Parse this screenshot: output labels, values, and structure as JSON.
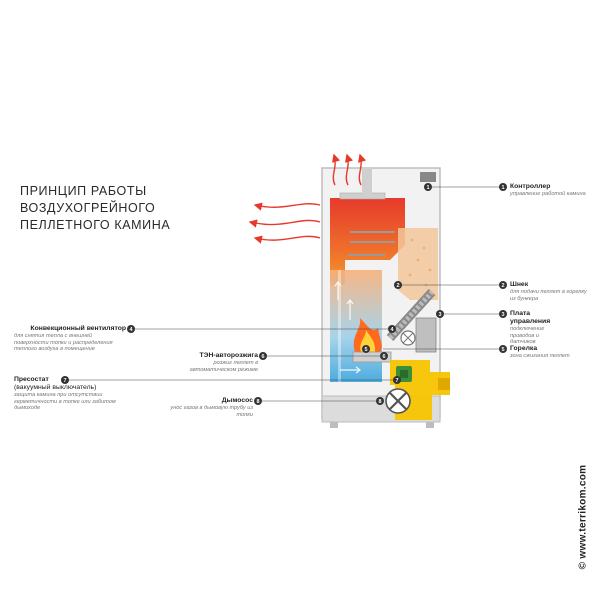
{
  "title": {
    "line1": "ПРИНЦИП РАБОТЫ",
    "line2": "ВОЗДУХОГРЕЙНОГО",
    "line3": "ПЕЛЛЕТНОГО КАМИНА"
  },
  "components": [
    {
      "number": "1",
      "name": "Контроллер",
      "desc": "управление работой камина"
    },
    {
      "number": "2",
      "name": "Шнек",
      "desc": "для подачи пеллет в горелку из бункера"
    },
    {
      "number": "3",
      "name": "Плата управления",
      "desc": "подключение проводов и датчиков"
    },
    {
      "number": "4",
      "name": "Конвекционный вентилятор",
      "desc": "для снятия тепла с внешней поверхности топки и распределения теплого воздуха в помещение"
    },
    {
      "number": "5",
      "name": "Горелка",
      "desc": "зона сжигания пеллет"
    },
    {
      "number": "6",
      "name": "ТЭН-авторозжига",
      "desc": "розжиг пеллет в автоматическом режиме"
    },
    {
      "number": "7",
      "name": "Пресостат",
      "name2": "(вакуумный выключатель)",
      "desc": "защита камина при отсутствии герметичности в топке или забитом дымоходе"
    },
    {
      "number": "8",
      "name": "Дымосос",
      "desc": "унос газов в дымовую трубу из топки"
    }
  ],
  "watermark": "© www.terrikom.com",
  "colors": {
    "hot": "#e8382b",
    "warm": "#f39a2a",
    "cold": "#2d9fd8",
    "pellet": "#f2c79a",
    "yellow": "#f5c400",
    "body": "#d9d9d9"
  }
}
